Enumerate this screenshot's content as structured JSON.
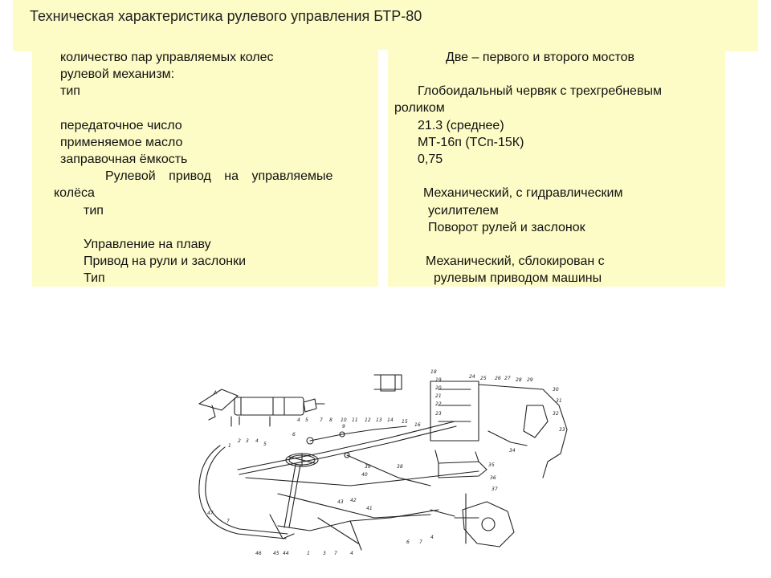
{
  "title": "Техническая характеристика рулевого управления БТР-80",
  "left_column": [
    "количество пар управляемых колес",
    "рулевой механизм:",
    "тип",
    "передаточное число",
    "применяемое масло",
    "заправочная ёмкость",
    "Рулевой привод на управляемые",
    "колёса",
    "тип",
    "Управление на плаву",
    "Привод на рули и заслонки",
    "Тип"
  ],
  "right_column": [
    "Две – первого и второго мостов",
    "Глобоидальный червяк с трехгребневым",
    "роликом",
    "21.3 (среднее)",
    "МТ-16п (ТСп-15К)",
    "0,75",
    "Механический, с гидравлическим",
    "усилителем",
    "Поворот рулей и заслонок",
    "Механический, сблокирован с",
    "рулевым приводом машины"
  ],
  "diagram": {
    "label_a": "А",
    "callouts_top": [
      "4",
      "5",
      "7",
      "8",
      "10",
      "11",
      "12",
      "13",
      "14",
      "15",
      "16"
    ],
    "callouts_right": [
      "19",
      "20",
      "21",
      "22",
      "23",
      "25",
      "26",
      "27",
      "28",
      "29",
      "30",
      "31",
      "32",
      "33",
      "34",
      "35",
      "36",
      "37"
    ],
    "callouts_left": [
      "1",
      "2",
      "3",
      "4",
      "5",
      "6",
      "47",
      "7"
    ],
    "callouts_bottom": [
      "46",
      "45",
      "44",
      "1",
      "3",
      "7",
      "4",
      "6",
      "7",
      "4"
    ],
    "callouts_mid": [
      "39",
      "40",
      "43",
      "42",
      "41",
      "38",
      "9",
      "18",
      "24"
    ]
  }
}
